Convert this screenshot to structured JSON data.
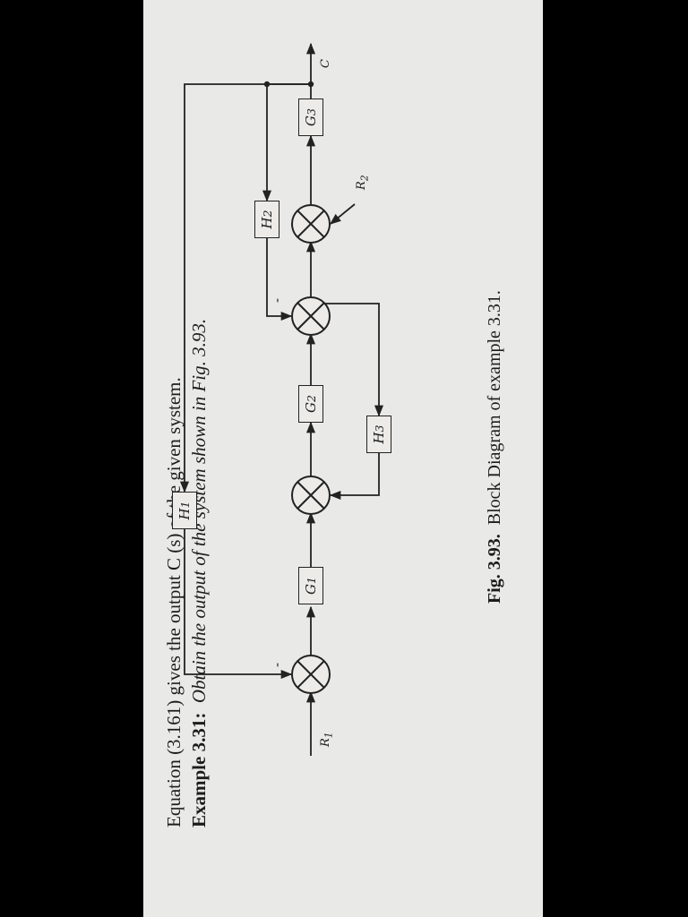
{
  "text": {
    "equation_line": "Equation (3.161) gives the output C (s) of the given system.",
    "example_label": "Example 3.31:",
    "example_text": "Obtain the output of the system shown in Fig. 3.93.",
    "figure_label": "Fig. 3.93.",
    "figure_caption": "Block Diagram of example 3.31."
  },
  "diagram": {
    "blocks": [
      "G",
      "G",
      "G",
      "H",
      "H",
      "H"
    ],
    "block_subscripts": [
      "1",
      "2",
      "3",
      "3",
      "2",
      "1"
    ],
    "signals": {
      "input1": "R",
      "input1_sub": "1",
      "input2": "R",
      "input2_sub": "2",
      "output": "C"
    },
    "minus_signs": [
      "-",
      "-"
    ]
  }
}
